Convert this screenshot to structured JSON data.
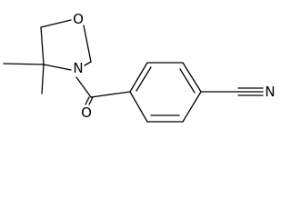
{
  "molecule": {
    "atoms": {
      "oxygen_ring": "O",
      "nitrogen_ring": "N",
      "oxygen_carbonyl": "O",
      "nitrogen_nitrile": "N"
    },
    "colors": {
      "bond": "#000000",
      "label": "#000000",
      "background": "#ffffff"
    }
  }
}
